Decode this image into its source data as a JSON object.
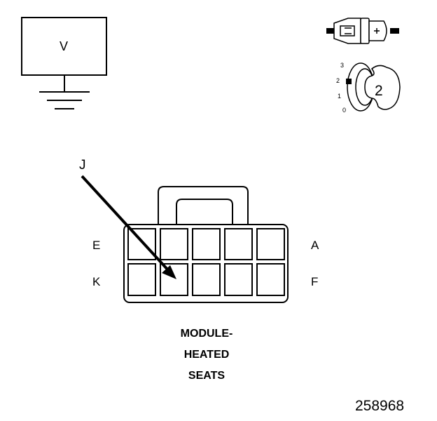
{
  "meter": {
    "label": "V"
  },
  "icons": {
    "connector_symbol": "connector-plug-icon",
    "ground_symbol": "ground-icon",
    "rotary_switch": "rotary-selector-icon"
  },
  "selector": {
    "positions": [
      "3",
      "2",
      "1",
      "0"
    ],
    "value": "2"
  },
  "connector": {
    "pointer_label": "J",
    "row1_left_label": "E",
    "row1_right_label": "A",
    "row2_left_label": "K",
    "row2_right_label": "F",
    "title_lines": [
      "MODULE-",
      "HEATED",
      "SEATS"
    ]
  },
  "figure_number": "258968"
}
